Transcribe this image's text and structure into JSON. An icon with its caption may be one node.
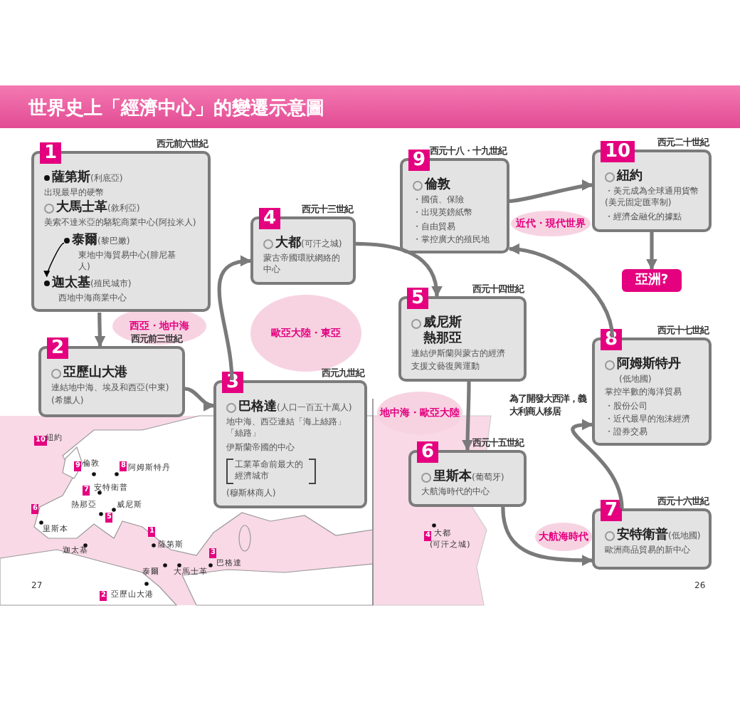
{
  "diagram": {
    "title": "世界史上「經濟中心」的變遷示意圖",
    "nodes": [
      {
        "text": [
          "1",
          "**薩第斯**(利底亞)",
          "出現最早的硬幣",
          "**大馬士革**(敘利亞)",
          "美索不達米亞的駱駝商業中心(阿拉米人)"
        ],
        "beside": [
          "西元前六世紀"
        ]
      },
      {
        "text": [
          "**泰爾**(黎巴嫩)",
          "東地中海貿易中心(腓尼基人)"
        ],
        "in": 0
      },
      {
        "text": [
          "**迦太基**(殖民城市)",
          "西地中海商業中心"
        ],
        "in": 0
      },
      {
        "text": [
          "2",
          "亞歷山大港",
          "連結地中海、埃及和西亞(中東)",
          "(希臘人)"
        ],
        "beside": [
          "西元前三世紀"
        ]
      },
      {
        "text": [
          "3",
          "**巴格達**(人口一百五十萬人)",
          "地中海、西亞連結「海上絲路」「絲路」",
          "伊斯蘭帝國的中心",
          "工業革命前最大的經濟城市",
          "(穆斯林商人)"
        ],
        "beside": [
          "西元九世紀"
        ]
      },
      {
        "text": [
          "4",
          "**大都**(可汗之城)",
          "蒙古帝國環狀網絡的中心"
        ],
        "beside": [
          "西元十三世紀"
        ]
      },
      {
        "text": [
          "5",
          "威尼斯熱那亞",
          "連結伊斯蘭與蒙古的經濟",
          "支援文藝復興運動"
        ],
        "beside": [
          "西元十四世紀"
        ]
      },
      {
        "text": [
          "6",
          "**里斯本**(葡萄牙)",
          "大航海時代的中心"
        ],
        "beside": [
          "西元十五世紀"
        ]
      },
      {
        "text": [
          "7",
          "**安特衛普**(低地國)",
          "歐洲商品貿易的新中心"
        ],
        "beside": [
          "西元十六世紀"
        ]
      },
      {
        "text": [
          "8",
          "阿姆斯特丹",
          "(低地國)",
          "掌控半數的海洋貿易",
          "・股份公司",
          "・近代最早的泡沫經濟",
          "・證券交易"
        ],
        "beside": [
          "西元十七世紀"
        ]
      },
      {
        "text": [
          "9",
          "倫敦",
          "・國債、保險",
          "・出現英鎊紙幣",
          "・自由貿易",
          "・掌控廣大的殖民地"
        ],
        "beside": [
          "西元十八・十九世紀"
        ]
      },
      {
        "text": [
          "10",
          "紐約",
          "・美元成為全球通用貨幣(美元固定匯率制)",
          "・經濟金融化的據點"
        ],
        "beside": [
          "西元二十世紀"
        ]
      },
      {
        "text": [
          "亞洲?"
        ]
      },
      {
        "text": [
          "西亞・地中海"
        ]
      },
      {
        "text": [
          "歐亞大陸・東亞"
        ]
      },
      {
        "text": [
          "地中海・歐亞大陸"
        ]
      },
      {
        "text": [
          "大航海時代"
        ]
      },
      {
        "text": [
          "近代・現代世界"
        ]
      }
    ],
    "edges": [
      {
        "from": 0,
        "to": 3,
        "arrow": "to"
      },
      {
        "from": 1,
        "to": 2,
        "arrow": "to",
        "color": "#000000"
      },
      {
        "from": 3,
        "to": 4,
        "arrow": "to"
      },
      {
        "from": 4,
        "to": 5,
        "arrow": "to"
      },
      {
        "from": 5,
        "to": 6,
        "arrow": "to"
      },
      {
        "from": 6,
        "to": 7,
        "arrow": "to"
      },
      {
        "from": 7,
        "to": 8,
        "arrow": "to"
      },
      {
        "from": 8,
        "to": 9,
        "arrow": "to"
      },
      {
        "from": 9,
        "to": 10,
        "arrow": "to"
      },
      {
        "from": 10,
        "to": 11,
        "arrow": "to"
      },
      {
        "from": 11,
        "to": 12,
        "arrow": "to"
      }
    ],
    "labels": [
      "為了開發大西洋，義大利商人移居",
      "10",
      "紐約",
      "9",
      "倫敦",
      "8",
      "阿姆斯特丹",
      "7",
      "安特衛普",
      "6",
      "里斯本",
      "熱那亞",
      "5",
      "威尼斯",
      "1",
      "薩第斯",
      "迦太基",
      "泰爾",
      "大馬士革",
      "3",
      "巴格達",
      "2",
      "亞歷山大港",
      "4",
      "大都",
      "(可汗之城)",
      "27",
      "26"
    ]
  }
}
